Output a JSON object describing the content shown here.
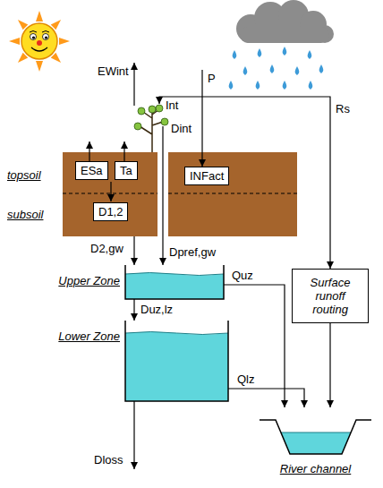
{
  "diagram": {
    "nodes": [
      {
        "text": [
          "topsoil",
          "subsoil"
        ]
      },
      {
        "text": [
          "ESa"
        ],
        "in": 0
      },
      {
        "text": [
          "Ta"
        ],
        "in": 0
      },
      {
        "text": [
          "D1,2"
        ],
        "in": 0
      },
      {
        "text": [
          "INFact"
        ],
        "in": 0
      },
      {
        "text": [
          "Surface runoff routing"
        ]
      },
      {
        "text": [
          "Upper Zone"
        ]
      },
      {
        "text": [
          "Lower Zone"
        ]
      },
      {
        "text": [
          "River channel"
        ]
      }
    ],
    "edges": [
      {
        "from": 0,
        "to": 6,
        "arrow": "to",
        "label": "D2,gw"
      },
      {
        "from": 6,
        "to": 7,
        "arrow": "to",
        "label": "Duz,lz"
      },
      {
        "from": 6,
        "to": 8,
        "arrow": "to",
        "label": "Quz"
      },
      {
        "from": 7,
        "to": 8,
        "arrow": "to",
        "label": "Qlz"
      },
      {
        "from": 5,
        "to": 8,
        "arrow": "to"
      }
    ],
    "labels": [
      "EWint",
      "Int",
      "P",
      "Dint",
      "Rs",
      "Dpref,gw",
      "Dloss"
    ]
  }
}
